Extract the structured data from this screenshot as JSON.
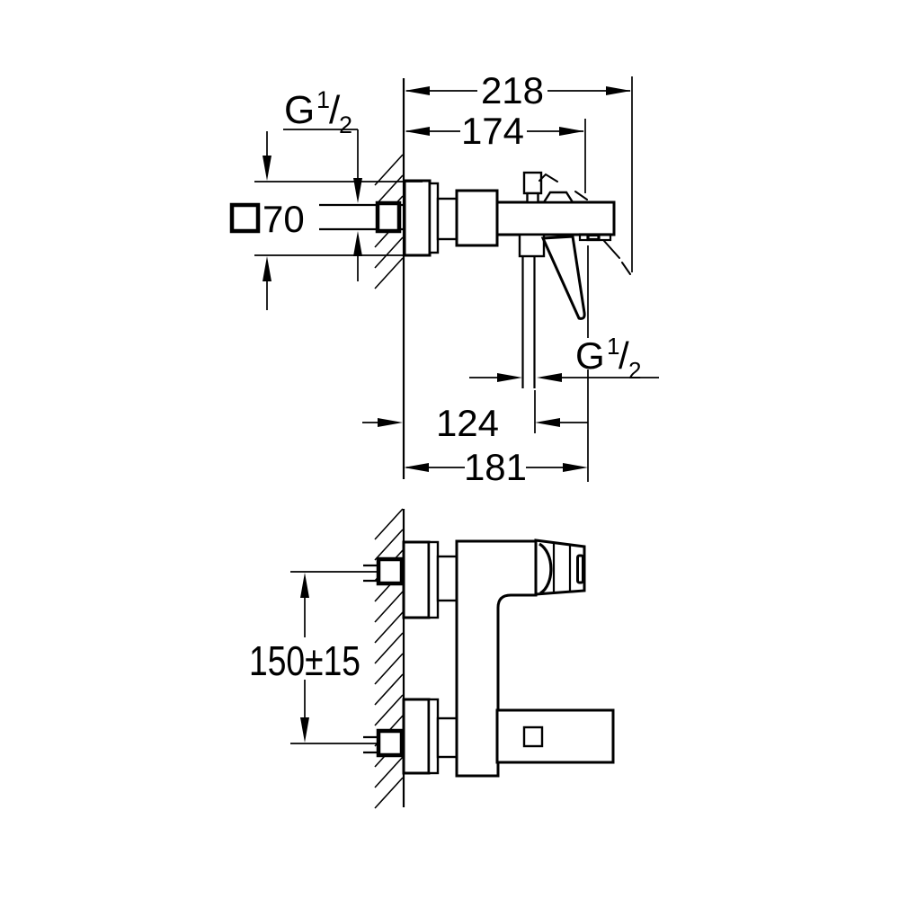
{
  "drawing": {
    "dimensions": {
      "overall_depth": "218",
      "body_depth": "174",
      "escutcheon_width": "70",
      "hose_outlet_offset": "124",
      "spout_outlet_offset": "181",
      "inlet_center_distance": "150±15"
    },
    "thread_label": {
      "g": "G",
      "numerator": "1",
      "slash": "/",
      "denominator": "2"
    },
    "colors": {
      "line": "#000000",
      "background": "#ffffff"
    }
  }
}
